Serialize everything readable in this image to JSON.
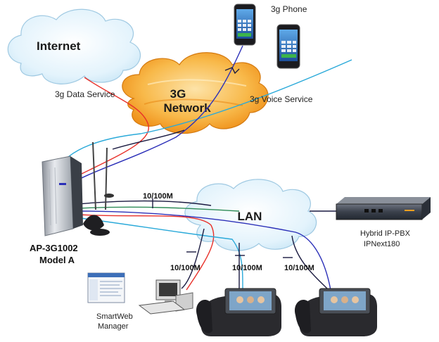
{
  "labels": {
    "internet": "Internet",
    "network_3g_line1": "3G",
    "network_3g_line2": "Network",
    "lan": "LAN",
    "phone_3g": "3g Phone",
    "data_service": "3g Data Service",
    "voice_service": "3g Voice Service",
    "link_speed_main": "10/100M",
    "link_speed_1": "10/100M",
    "link_speed_2": "10/100M",
    "link_speed_3": "10/100M",
    "gateway_line1": "AP-3G1002",
    "gateway_line2": "Model A",
    "pbx_line1": "Hybrid IP-PBX",
    "pbx_line2": "IPNext180",
    "manager_line1": "SmartWeb",
    "manager_line2": "Manager"
  },
  "colors": {
    "cloud_internet": "#d9eef9",
    "cloud_lan": "#d9eef9",
    "cloud_3g": "#f7a21b",
    "link_red": "#e8312a",
    "link_blue": "#2b2fb8",
    "link_cyan": "#29a9d9",
    "link_dark": "#1a1a40",
    "link_green": "#2e8b57"
  },
  "icons": {
    "gateway": "router-device-icon",
    "phone": "smartphone-icon",
    "pbx": "rack-server-icon",
    "computer": "desktop-computer-icon",
    "video_phone": "video-phone-icon"
  }
}
